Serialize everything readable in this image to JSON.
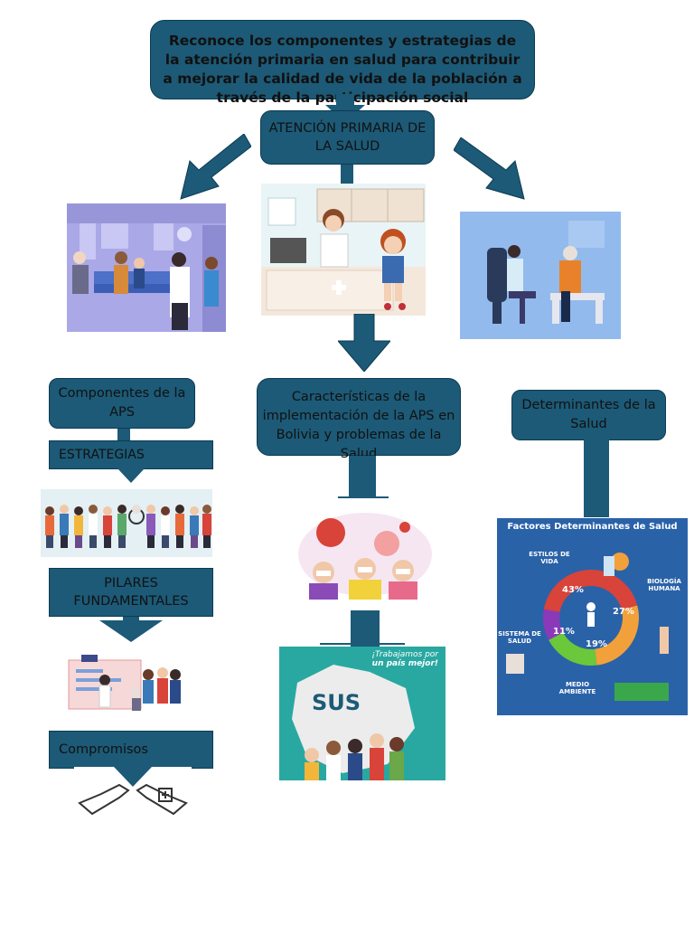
{
  "title": "Reconoce los componentes y estrategias de la atención primaria en salud para contribuir a mejorar la calidad de vida de la población a través de la participación social",
  "aps": "ATENCIÓN PRIMARIA DE LA SALUD",
  "componentes": "Componentes de la APS",
  "estrategias": "ESTRATEGIAS",
  "pilares": "PILARES FUNDAMENTALES",
  "compromisos": "Compromisos",
  "caracteristicas": "Características de la implementación de la APS en Bolivia y problemas de la Salud",
  "determinantes": "Determinantes de la Salud",
  "infographic": {
    "title": "Factores Determinantes de Salud",
    "labels": [
      "ESTILOS DE VIDA",
      "BIOLOGÍA HUMANA",
      "SISTEMA DE SALUD",
      "MEDIO AMBIENTE"
    ],
    "percents": [
      "43%",
      "27%",
      "11%",
      "19%"
    ]
  },
  "sus": {
    "slogan1": "¡Trabajamos por",
    "slogan2": "un país mejor!",
    "word": "SUS"
  },
  "colors": {
    "box": "#1c5a77",
    "arrow": "#1c5a77",
    "text": "#111111"
  }
}
